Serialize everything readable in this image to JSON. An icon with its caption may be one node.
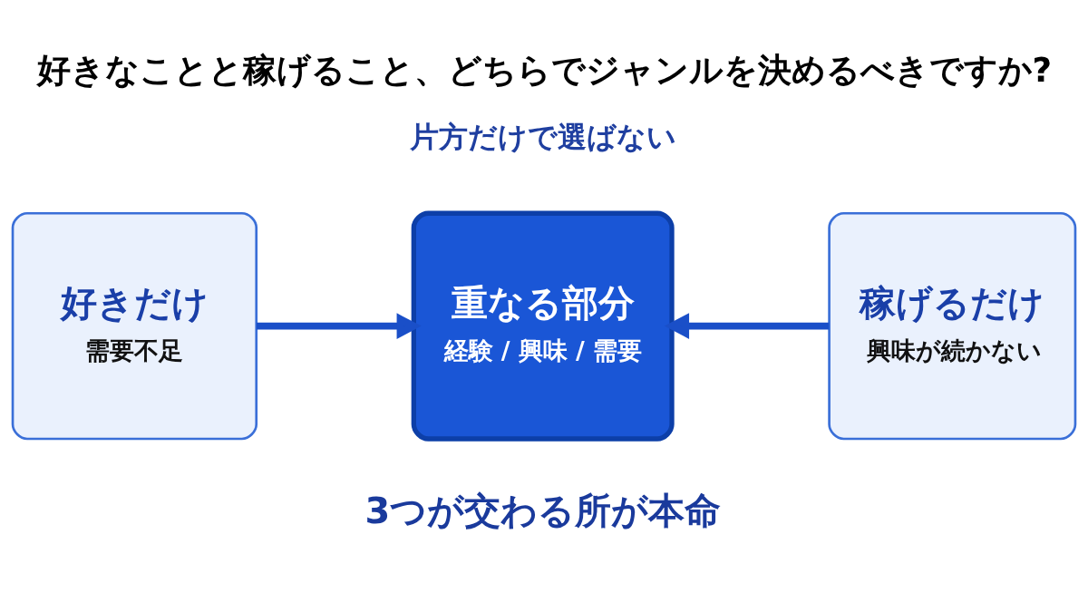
{
  "diagram": {
    "title": "好きなことと稼げること、どちらでジャンルを決めるべきですか?",
    "nodes": [
      {
        "text": [
          "好きだけ",
          "需要不足"
        ]
      },
      {
        "text": [
          "重なる部分",
          "経験 / 興味 / 需要"
        ]
      },
      {
        "text": [
          "稼げるだけ",
          "興味が続かない"
        ]
      }
    ],
    "edges": [
      {
        "from": 0,
        "to": 1,
        "arrow": "to"
      },
      {
        "from": 2,
        "to": 1,
        "arrow": "to"
      }
    ],
    "labels": [
      "片方だけで選ばない",
      "3つが交わる所が本命"
    ]
  }
}
